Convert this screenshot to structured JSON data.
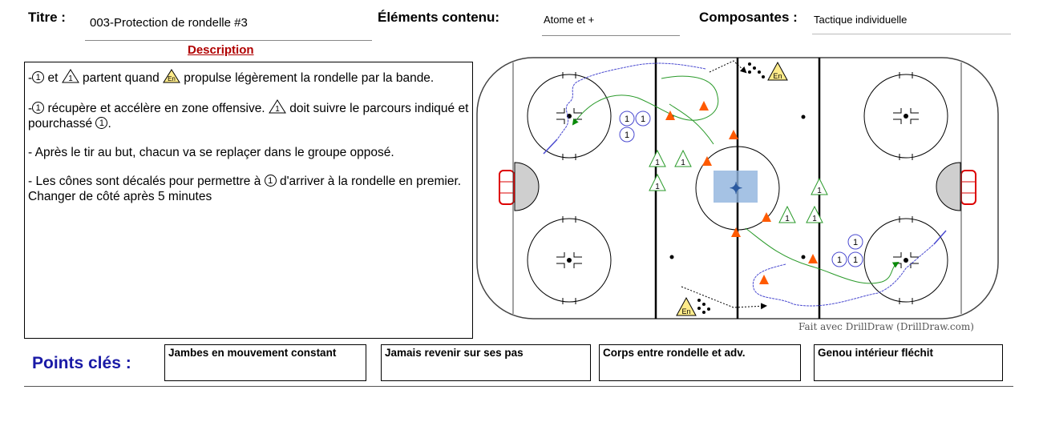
{
  "header": {
    "title_label": "Titre :",
    "title_value": "003-Protection de rondelle #3",
    "elements_label": "Éléments contenu:",
    "elements_value": "Atome et +",
    "components_label": "Composantes :",
    "components_value": "Tactique individuelle"
  },
  "description": {
    "heading": "Description",
    "p1_a": "-",
    "p1_b": " et ",
    "p1_c": " partent quand ",
    "p1_d": " propulse légèrement la rondelle par la bande.",
    "p2_a": "-",
    "p2_b": " récupère et accélère en zone offensive. ",
    "p2_c": " doit suivre le parcours indiqué et pourchassé ",
    "p2_d": ".",
    "p3": "- Après le tir au but, chacun va se replaçer dans le groupe opposé.",
    "p4_a": "- Les cônes sont décalés pour permettre à ",
    "p4_b": " d'arriver à la rondelle en premier. Changer de côté après 5 minutes",
    "player_number": "1",
    "coach_label": "En"
  },
  "rink": {
    "credit": "Fait avec DrillDraw (DrillDraw.com)",
    "player_number": "1",
    "coach_label": "En"
  },
  "key_points": {
    "label": "Points clés :",
    "items": [
      "Jambes en mouvement constant",
      "Jamais revenir sur ses pas",
      "Corps entre rondelle et adv.",
      "Genou intérieur fléchit"
    ]
  },
  "colors": {
    "cone": "#ff5a00",
    "attacker": "#4a4ad0",
    "defender": "#2a9a2a",
    "arrow_green": "#0a8a0a",
    "key_label": "#1a1aa6",
    "description_title": "#b00000"
  }
}
